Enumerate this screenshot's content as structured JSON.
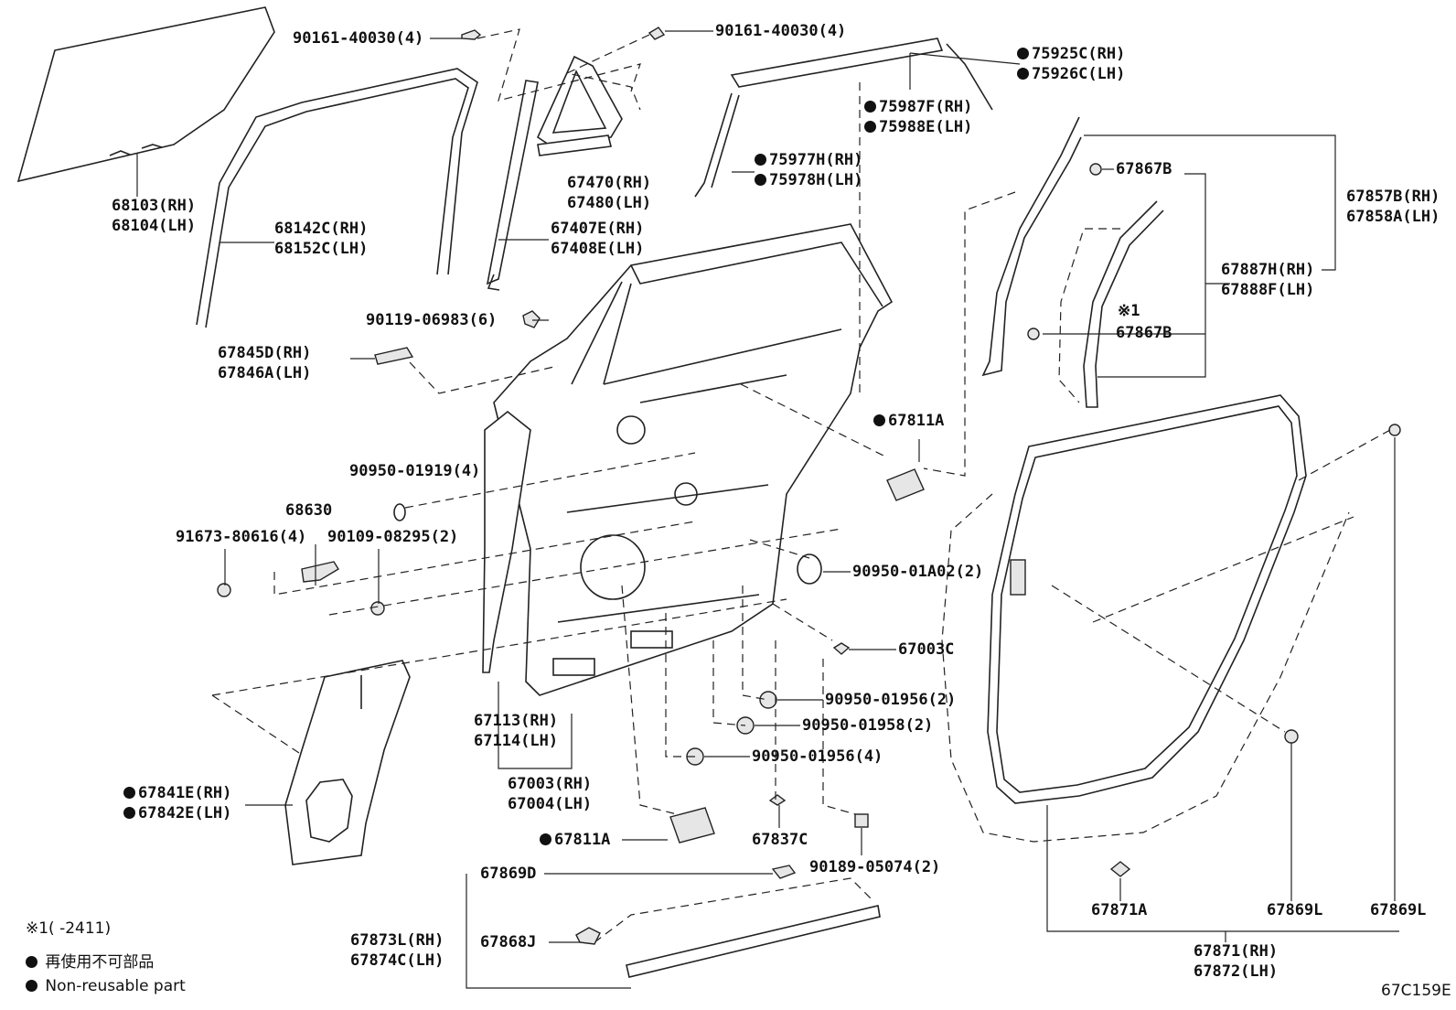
{
  "labels": {
    "l01": [
      "90161-40030(4)"
    ],
    "l02": [
      "90161-40030(4)"
    ],
    "l03": [
      "●75925C(RH)",
      "●75926C(LH)"
    ],
    "l04": [
      "●75987F(RH)",
      "●75988E(LH)"
    ],
    "l05": [
      "●75977H(RH)",
      "●75978H(LH)"
    ],
    "l06": [
      "67470(RH)",
      "67480(LH)"
    ],
    "l07": [
      "68103(RH)",
      "68104(LH)"
    ],
    "l08": [
      "68142C(RH)",
      "68152C(LH)"
    ],
    "l09": [
      "67407E(RH)",
      "67408E(LH)"
    ],
    "l10": [
      "90119-06983(6)"
    ],
    "l11": [
      "67845D(RH)",
      "67846A(LH)"
    ],
    "l12": [
      "67867B"
    ],
    "l13": [
      "67857B(RH)",
      "67858A(LH)"
    ],
    "l14": [
      "67887H(RH)",
      "67888F(LH)"
    ],
    "l15": [
      "※1"
    ],
    "l16": [
      "67867B"
    ],
    "l17": [
      "●67811A"
    ],
    "l18": [
      "90950-01919(4)"
    ],
    "l19": [
      "68630"
    ],
    "l20": [
      "91673-80616(4)"
    ],
    "l21": [
      "90109-08295(2)"
    ],
    "l22": [
      "90950-01A02(2)"
    ],
    "l23": [
      "67003C"
    ],
    "l24": [
      "90950-01956(2)"
    ],
    "l25": [
      "90950-01958(2)"
    ],
    "l26": [
      "90950-01956(4)"
    ],
    "l27": [
      "67113(RH)",
      "67114(LH)"
    ],
    "l28": [
      "67003(RH)",
      "67004(LH)"
    ],
    "l29": [
      "●67841E(RH)",
      "●67842E(LH)"
    ],
    "l30": [
      "●67811A"
    ],
    "l31": [
      "67837C"
    ],
    "l32": [
      "90189-05074(2)"
    ],
    "l33": [
      "67869D"
    ],
    "l34": [
      "67873L(RH)",
      "67874C(LH)"
    ],
    "l35": [
      "67868J"
    ],
    "l36": [
      "67871A"
    ],
    "l37": [
      "67869L"
    ],
    "l38": [
      "67869L"
    ],
    "l39": [
      "67871(RH)",
      "67872(LH)"
    ]
  },
  "legend": {
    "range_note": "※1(        -2411)",
    "item_ja": "再使用不可部品",
    "item_en": "Non-reusable part"
  },
  "diagram_code": "67C159E"
}
